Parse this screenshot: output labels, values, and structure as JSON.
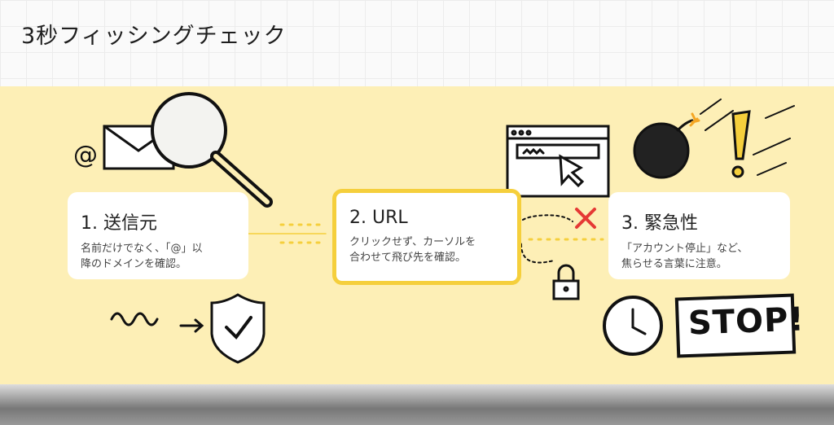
{
  "title": "3秒フィッシングチェック",
  "cards": [
    {
      "heading": "1. 送信元",
      "lines": [
        "名前だけでなく、「@」以",
        "降のドメインを確認。"
      ]
    },
    {
      "heading": "2. URL",
      "lines": [
        "クリックせず、カーソルを",
        "合わせて飛び先を確認。"
      ]
    },
    {
      "heading": "3. 緊急性",
      "lines": [
        "「アカウント停止」など、",
        "焦らせる言葉に注意。"
      ]
    }
  ],
  "stop_sign": "STOP!",
  "colors": {
    "panel": "#fdefb6",
    "accent": "#f5cf3c",
    "danger": "#e53935"
  }
}
